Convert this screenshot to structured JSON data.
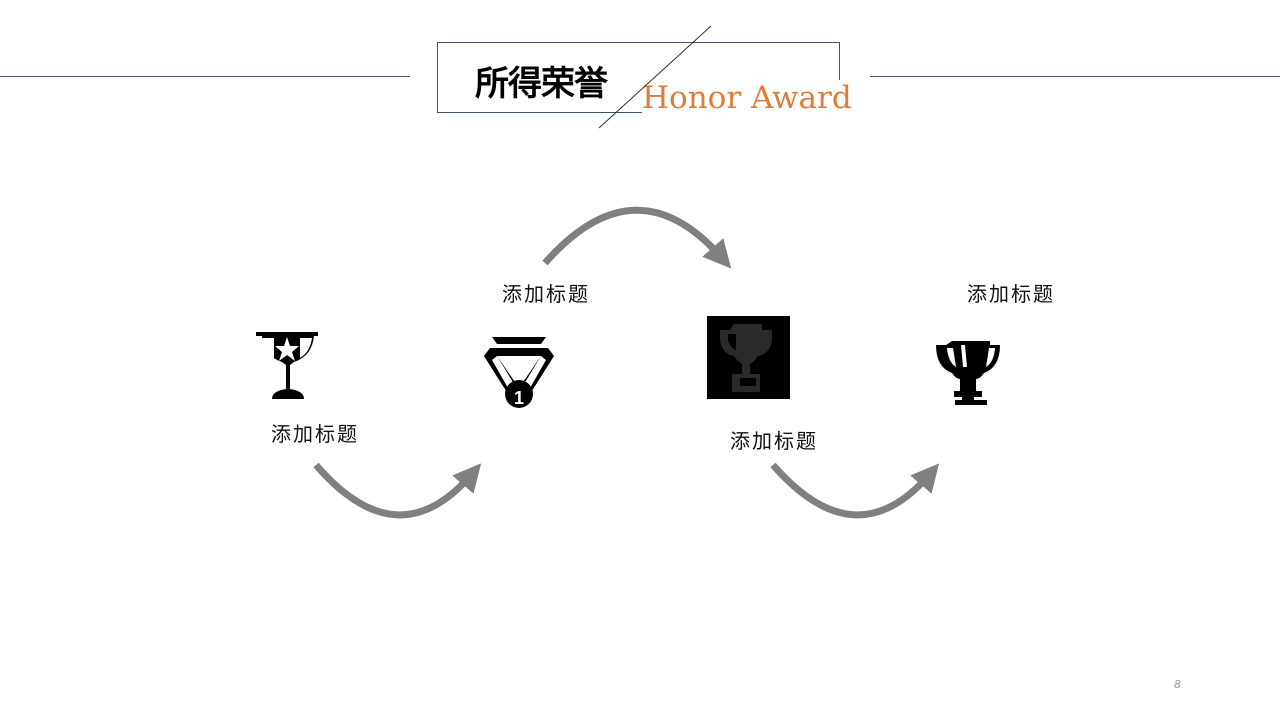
{
  "header": {
    "title_cn": "所得荣誉",
    "title_en": "Honor Award",
    "accent": "#e07b39",
    "line_color": "#44546a"
  },
  "items": [
    {
      "label": "添加标题",
      "icon": "trophy-star-icon"
    },
    {
      "label": "添加标题",
      "icon": "medal-first-icon"
    },
    {
      "label": "添加标题",
      "icon": "trophy-dark-icon"
    },
    {
      "label": "添加标题",
      "icon": "trophy-icon"
    }
  ],
  "arrow_color": "#808080",
  "page_number": "8"
}
